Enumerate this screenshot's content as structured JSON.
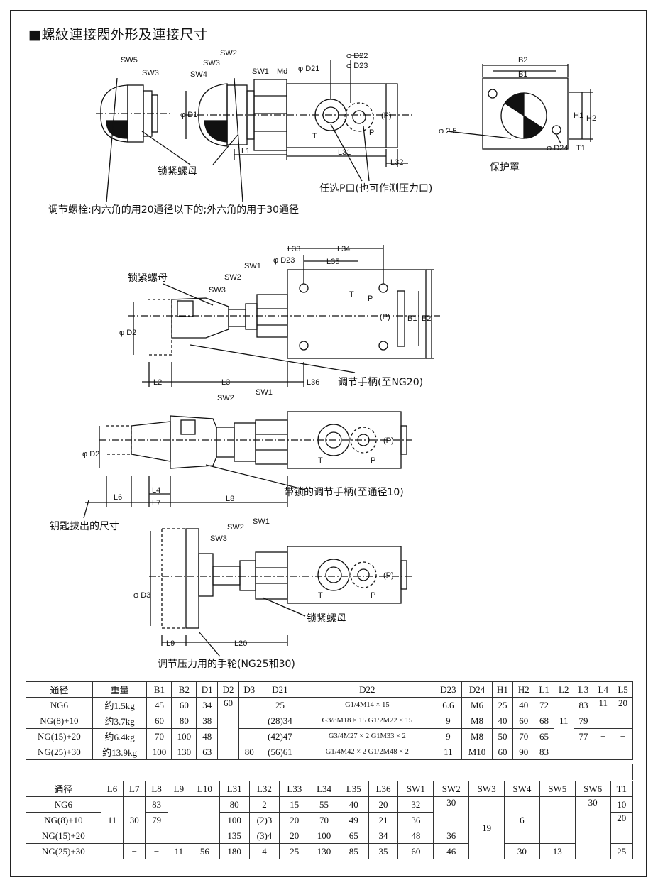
{
  "page": {
    "title": "■螺紋連接閥外形及連接尺寸"
  },
  "drawing": {
    "top_labels": {
      "sw5": "SW5",
      "sw3": "SW3",
      "sw2": "SW2",
      "sw4": "SW4",
      "sw1": "SW1",
      "md": "Md",
      "phi_d21": "φ D21",
      "phi_d22": "φ D22",
      "phi_d23": "φ D23",
      "phi_d1": "φ D1",
      "p_port": "(P)",
      "t": "T",
      "p": "P",
      "l1": "L1",
      "l31": "L31",
      "l32": "L32",
      "b2": "B2",
      "b1": "B1",
      "h1": "H1",
      "h2": "H2",
      "phi25": "φ 2.5",
      "phi_d24": "φ D24",
      "t1": "T1"
    },
    "top_callouts": {
      "lock_nut": "锁紧螺母",
      "optional_p": "任选P口(也可作测压力口)",
      "cover": "保护罩",
      "adjust_bolt": "调节螺栓:内六角的用20通径以下的;外六角的用于30通径"
    },
    "fig2": {
      "lock_nut": "锁紧螺母",
      "l33": "L33",
      "l34": "L34",
      "l35": "L35",
      "phi_d23": "φ D23",
      "sw1": "SW1",
      "sw2": "SW2",
      "sw3": "SW3",
      "phi_d2": "φ D2",
      "l2": "L2",
      "l3": "L3",
      "l36": "L36",
      "p_port": "(P)",
      "b1": "B1",
      "b2": "B2",
      "t": "T",
      "p": "P",
      "handle": "调节手柄(至NG20)"
    },
    "fig3": {
      "sw1": "SW1",
      "sw2": "SW2",
      "phi_d2": "φ D2",
      "l6": "L6",
      "l4": "L4",
      "l7": "L7",
      "l8": "L8",
      "p_port": "(P)",
      "t": "T",
      "p": "P",
      "locking_handle": "带锁的调节手柄(至通径10)",
      "key_size": "钥匙拔出的尺寸"
    },
    "fig4": {
      "sw1": "SW1",
      "sw2": "SW2",
      "sw3": "SW3",
      "phi_d3": "φ D3",
      "l9": "L9",
      "l20": "L20",
      "p_port": "(P)",
      "t": "T",
      "p": "P",
      "lock_nut": "锁紧螺母",
      "handwheel": "调节压力用的手轮(NG25和30)"
    }
  },
  "table1": {
    "headers": [
      "通径",
      "重量",
      "B1",
      "B2",
      "D1",
      "D2",
      "D3",
      "D21",
      "D22",
      "D23",
      "D24",
      "H1",
      "H2",
      "L1",
      "L2",
      "L3",
      "L4",
      "L5"
    ],
    "rows": [
      {
        "ng": "NG6",
        "w": "约1.5kg",
        "b1": "45",
        "b2": "60",
        "d1": "34",
        "d2": "60",
        "d3": "",
        "d21": "25",
        "d22": "G1/4M14 × 15",
        "d23": "6.6",
        "d24": "M6",
        "h1": "25",
        "h2": "40",
        "l1": "72",
        "l2": "",
        "l3": "83",
        "l4": "11",
        "l5": "20"
      },
      {
        "ng": "NG(8)+10",
        "w": "约3.7kg",
        "b1": "60",
        "b2": "80",
        "d1": "38",
        "d2": "",
        "d3": "−",
        "d21": "(28)34",
        "d22": "G3/8M18 × 15 G1/2M22 × 15",
        "d23": "9",
        "d24": "M8",
        "h1": "40",
        "h2": "60",
        "l1": "68",
        "l2": "11",
        "l3": "79",
        "l4": "",
        "l5": ""
      },
      {
        "ng": "NG(15)+20",
        "w": "约6.4kg",
        "b1": "70",
        "b2": "100",
        "d1": "48",
        "d2": "",
        "d3": "",
        "d21": "(42)47",
        "d22": "G3/4M27 × 2 G1M33 × 2",
        "d23": "9",
        "d24": "M8",
        "h1": "50",
        "h2": "70",
        "l1": "65",
        "l2": "",
        "l3": "77",
        "l4": "−",
        "l5": "−"
      },
      {
        "ng": "NG(25)+30",
        "w": "约13.9kg",
        "b1": "100",
        "b2": "130",
        "d1": "63",
        "d2": "−",
        "d3": "80",
        "d21": "(56)61",
        "d22": "G1/4M42 × 2 G1/2M48 × 2",
        "d23": "11",
        "d24": "M10",
        "h1": "60",
        "h2": "90",
        "l1": "83",
        "l2": "−",
        "l3": "−",
        "l4": "",
        "l5": ""
      }
    ]
  },
  "table2": {
    "headers": [
      "通径",
      "L6",
      "L7",
      "L8",
      "L9",
      "L10",
      "L31",
      "L32",
      "L33",
      "L34",
      "L35",
      "L36",
      "SW1",
      "SW2",
      "SW3",
      "SW4",
      "SW5",
      "SW6",
      "T1"
    ],
    "rows": [
      {
        "ng": "NG6",
        "l6": "11",
        "l7": "30",
        "l8": "83",
        "l9": "",
        "l10": "",
        "l31": "80",
        "l32": "2",
        "l33": "15",
        "l34": "55",
        "l35": "40",
        "l36": "20",
        "sw1": "32",
        "sw2": "30",
        "sw3": "19",
        "sw4": "6",
        "sw5": "",
        "sw6": "30",
        "t1": "10"
      },
      {
        "ng": "NG(8)+10",
        "l8": "79",
        "l31": "100",
        "l32": "(2)3",
        "l33": "20",
        "l34": "70",
        "l35": "49",
        "l36": "21",
        "sw1": "36",
        "t1": "20"
      },
      {
        "ng": "NG(15)+20",
        "l31": "135",
        "l32": "(3)4",
        "l33": "20",
        "l34": "100",
        "l35": "65",
        "l36": "34",
        "sw1": "48",
        "sw2": "36"
      },
      {
        "ng": "NG(25)+30",
        "l7": "−",
        "l8": "−",
        "l9": "11",
        "l10": "56",
        "l31": "180",
        "l32": "4",
        "l33": "25",
        "l34": "130",
        "l35": "85",
        "l36": "35",
        "sw1": "60",
        "sw2": "46",
        "sw4": "30",
        "sw5": "13",
        "t1": "25"
      }
    ]
  }
}
